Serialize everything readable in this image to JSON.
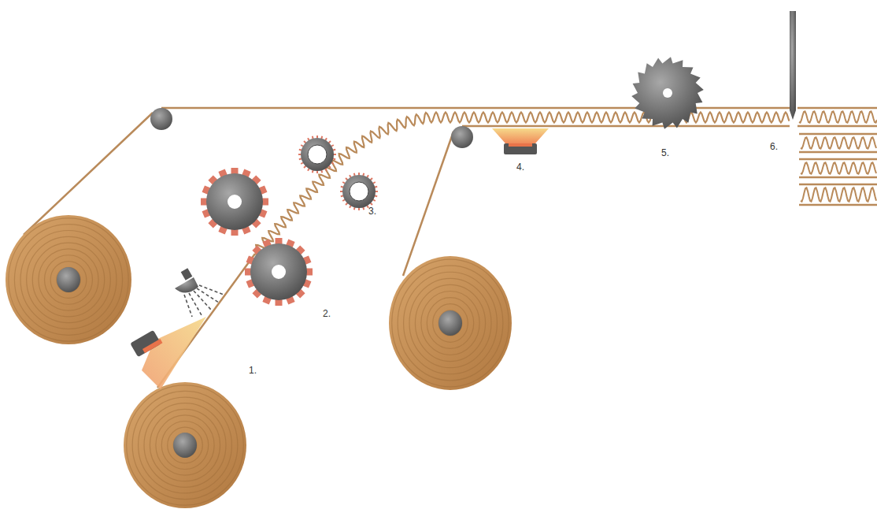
{
  "diagram": {
    "labels": [
      "1.",
      "2.",
      "3.",
      "4.",
      "5.",
      "6."
    ]
  }
}
